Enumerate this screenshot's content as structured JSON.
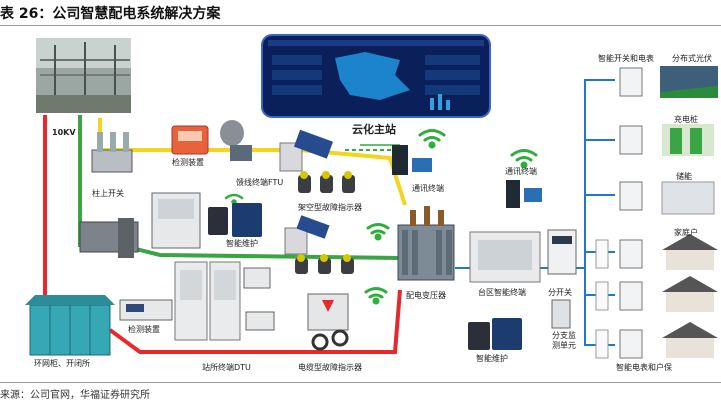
{
  "title": "表 26：公司智慧配电系统解决方案",
  "source": "来源：公司官网，华福证券研究所",
  "labels": {
    "voltage": "10KV",
    "cloud_master": "云化主站",
    "detection_top": "检测装置",
    "pole_switch": "柱上开关",
    "feeder_ftu": "馈线终端FTU",
    "overhead_fault": "架空型故障指示器",
    "comm_terminal_left": "通讯终端",
    "comm_terminal_right": "通讯终端",
    "smart_maint_left": "智能维护",
    "detection_bottom": "检测装置",
    "ring_unit": "环网柜、开闭所",
    "station_dtu": "站所终端DTU",
    "cable_fault": "电缆型故障指示器",
    "transformer": "配电变压器",
    "district_terminal": "台区智能终端",
    "branch_switch": "分开关",
    "branch_monitor": "分支监测单元",
    "smart_maint_right": "智能维护",
    "smart_switch_meter": "智能开关和电表",
    "distributed_pv": "分布式光伏",
    "charging_pile": "充电桩",
    "storage": "储能",
    "household": "家庭户",
    "smart_meter_protect": "智能电表和户保"
  },
  "colors": {
    "red_line": "#e8282c",
    "green_line": "#3aa545",
    "yellow_line": "#f2d51c",
    "blue_line": "#1f78c8",
    "wifi": "#2fae3a"
  }
}
